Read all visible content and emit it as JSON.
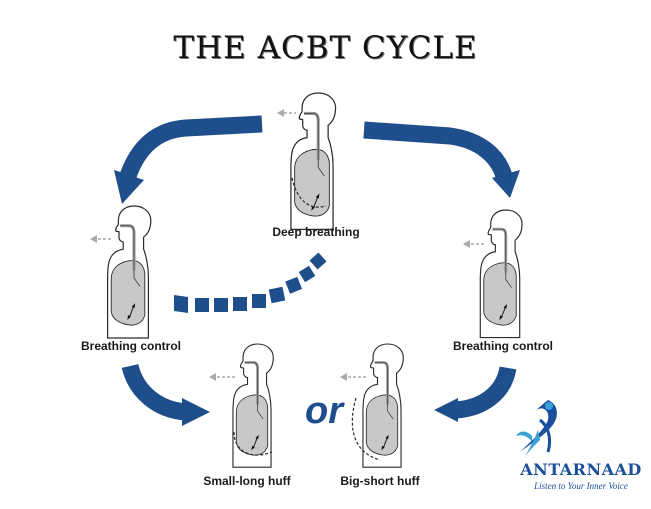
{
  "title": "THE ACBT CYCLE",
  "stages": {
    "top": "Deep breathing",
    "left": "Breathing control",
    "right": "Breathing control",
    "bottom_left": "Small-long huff",
    "bottom_right": "Big-short huff"
  },
  "connector": "or",
  "brand": {
    "name": "ANTARNAAD",
    "tagline": "Listen to Your Inner Voice"
  },
  "colors": {
    "arrow": "#1f4e8c",
    "lung": "#c8c8c8",
    "outline": "#2b2b2b",
    "airway": "#aaaaaa"
  },
  "icons": [
    "person-lungs-icon",
    "curved-arrow-icon",
    "dashed-arrow-icon",
    "dancer-logo-icon"
  ]
}
